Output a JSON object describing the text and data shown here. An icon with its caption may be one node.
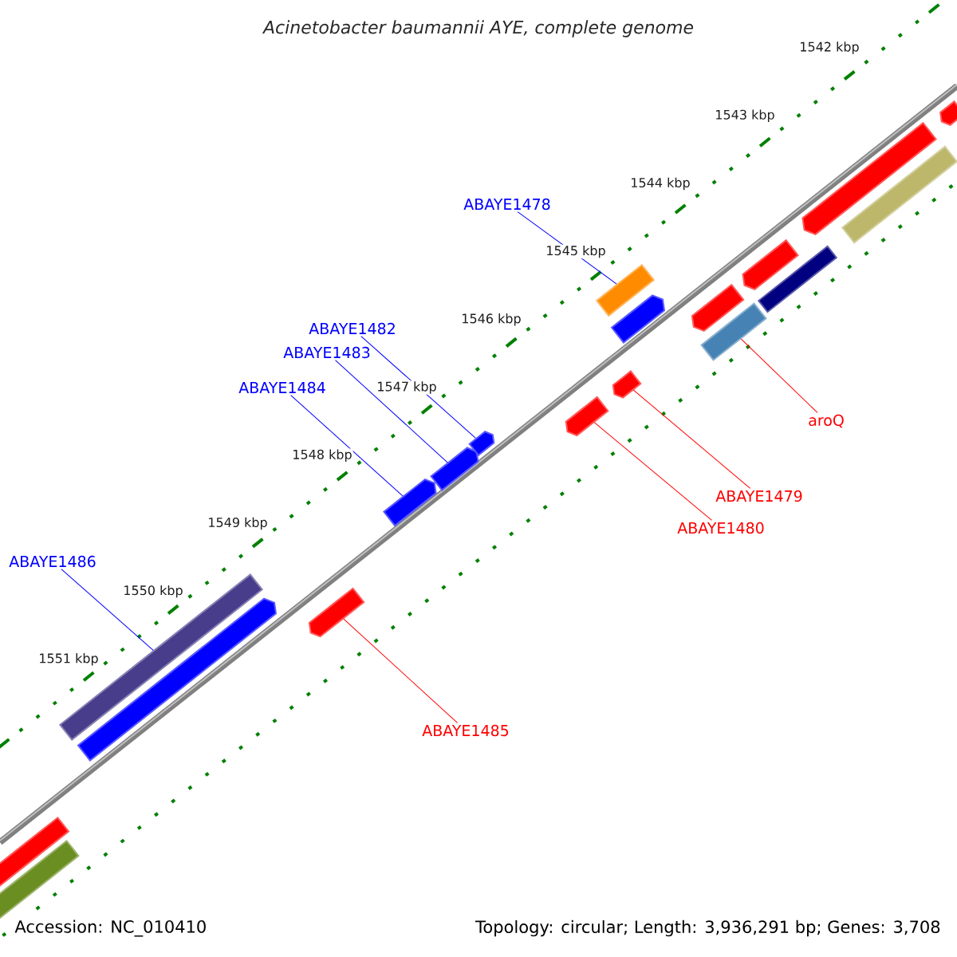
{
  "diagram": {
    "title": "Acinetobacter baumannii AYE, complete genome",
    "nodes": [
      {
        "text": [
          "ABAYE1478"
        ]
      },
      {
        "text": [
          "ABAYE1482"
        ]
      },
      {
        "text": [
          "ABAYE1483"
        ]
      },
      {
        "text": [
          "ABAYE1484"
        ]
      },
      {
        "text": [
          "ABAYE1486"
        ]
      },
      {
        "text": [
          "aroQ"
        ]
      },
      {
        "text": [
          "ABAYE1479"
        ]
      },
      {
        "text": [
          "ABAYE1480"
        ]
      },
      {
        "text": [
          "ABAYE1485"
        ]
      },
      {
        "text": [],
        "shape": "bar"
      },
      {
        "text": [],
        "shape": "bar"
      },
      {
        "text": [],
        "shape": "bar"
      },
      {
        "text": [],
        "shape": "bar"
      },
      {
        "text": [],
        "shape": "bar"
      },
      {
        "text": [],
        "shape": "bar"
      },
      {
        "text": [],
        "shape": "bar"
      },
      {
        "text": [],
        "shape": "bar"
      },
      {
        "text": [],
        "shape": "bar"
      },
      {
        "text": [],
        "shape": "bar"
      },
      {
        "text": [],
        "shape": "bar"
      },
      {
        "text": [],
        "shape": "bar"
      },
      {
        "text": [],
        "shape": "bar"
      },
      {
        "text": [],
        "shape": "bar"
      },
      {
        "text": [],
        "shape": "bar"
      },
      {
        "text": [],
        "shape": "bar"
      },
      {
        "text": [],
        "shape": "bar"
      },
      {
        "text": [],
        "shape": "bar"
      },
      {
        "text": [],
        "shape": "bar"
      }
    ],
    "edges": [
      {
        "from": 0,
        "to": 19,
        "arrow": "none"
      },
      {
        "from": 1,
        "to": 15,
        "arrow": "none"
      },
      {
        "from": 2,
        "to": 14,
        "arrow": "none"
      },
      {
        "from": 3,
        "to": 13,
        "arrow": "none"
      },
      {
        "from": 4,
        "to": 11,
        "arrow": "none"
      },
      {
        "from": 5,
        "to": 22,
        "arrow": "none",
        "color": "#ff0000"
      },
      {
        "from": 6,
        "to": 18,
        "arrow": "none",
        "color": "#ff0000"
      },
      {
        "from": 7,
        "to": 17,
        "arrow": "none",
        "color": "#ff0000"
      },
      {
        "from": 8,
        "to": 16,
        "arrow": "none",
        "color": "#ff0000"
      }
    ],
    "labels": [
      "1542 kbp",
      "1543 kbp",
      "1544 kbp",
      "1545 kbp",
      "1546 kbp",
      "1547 kbp",
      "1548 kbp",
      "1549 kbp",
      "1550 kbp",
      "1551 kbp",
      "Accession: NC_010410",
      "Topology: circular; Length: 3,936,291 bp; Genes: 3,708"
    ]
  }
}
